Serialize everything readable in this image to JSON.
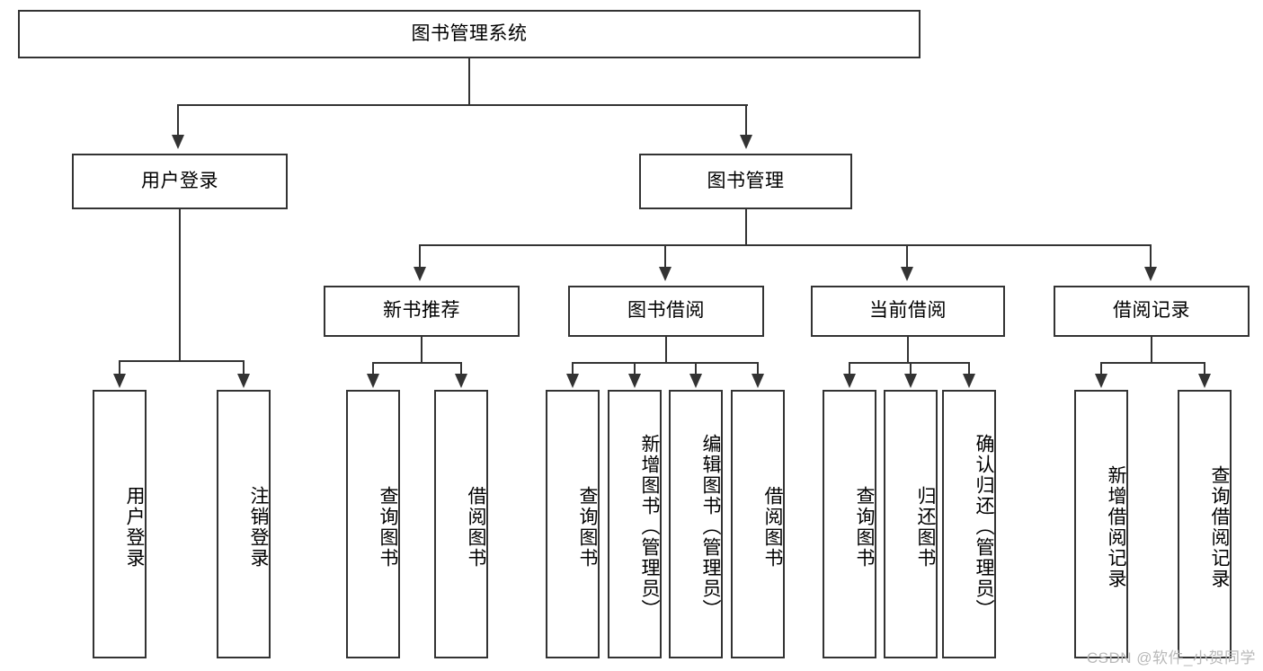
{
  "diagram": {
    "type": "tree-hierarchy",
    "title": "图书管理系统",
    "root": {
      "label": "图书管理系统"
    },
    "level2": [
      {
        "id": "user-login",
        "label": "用户登录"
      },
      {
        "id": "book-manage",
        "label": "图书管理"
      }
    ],
    "level3": [
      {
        "id": "new-book-recommend",
        "label": "新书推荐",
        "parent": "book-manage"
      },
      {
        "id": "book-borrow",
        "label": "图书借阅",
        "parent": "book-manage"
      },
      {
        "id": "current-borrow",
        "label": "当前借阅",
        "parent": "book-manage"
      },
      {
        "id": "borrow-record",
        "label": "借阅记录",
        "parent": "book-manage"
      }
    ],
    "leaves": [
      {
        "id": "leaf-user-login",
        "label": "用户登录",
        "parent": "user-login"
      },
      {
        "id": "leaf-logout-login",
        "label": "注销登录",
        "parent": "user-login"
      },
      {
        "id": "leaf-query-book-1",
        "label": "查询图书",
        "parent": "new-book-recommend"
      },
      {
        "id": "leaf-borrow-book-1",
        "label": "借阅图书",
        "parent": "new-book-recommend"
      },
      {
        "id": "leaf-query-book-2",
        "label": "查询图书",
        "parent": "book-borrow"
      },
      {
        "id": "leaf-add-book",
        "label": "新增图书（管理员）",
        "parent": "book-borrow"
      },
      {
        "id": "leaf-edit-book",
        "label": "编辑图书（管理员）",
        "parent": "book-borrow"
      },
      {
        "id": "leaf-borrow-book-2",
        "label": "借阅图书",
        "parent": "book-borrow"
      },
      {
        "id": "leaf-query-book-3",
        "label": "查询图书",
        "parent": "current-borrow"
      },
      {
        "id": "leaf-return-book",
        "label": "归还图书",
        "parent": "current-borrow"
      },
      {
        "id": "leaf-confirm-return",
        "label": "确认归还（管理员）",
        "parent": "current-borrow"
      },
      {
        "id": "leaf-add-record",
        "label": "新增借阅记录",
        "parent": "borrow-record"
      },
      {
        "id": "leaf-query-record",
        "label": "查询借阅记录",
        "parent": "borrow-record"
      }
    ],
    "colors": {
      "stroke": "#333333",
      "fill": "#ffffff",
      "text": "#000000",
      "watermark": "#b9b9b9"
    }
  },
  "watermark": {
    "text": "CSDN @软件_小贺同学"
  }
}
